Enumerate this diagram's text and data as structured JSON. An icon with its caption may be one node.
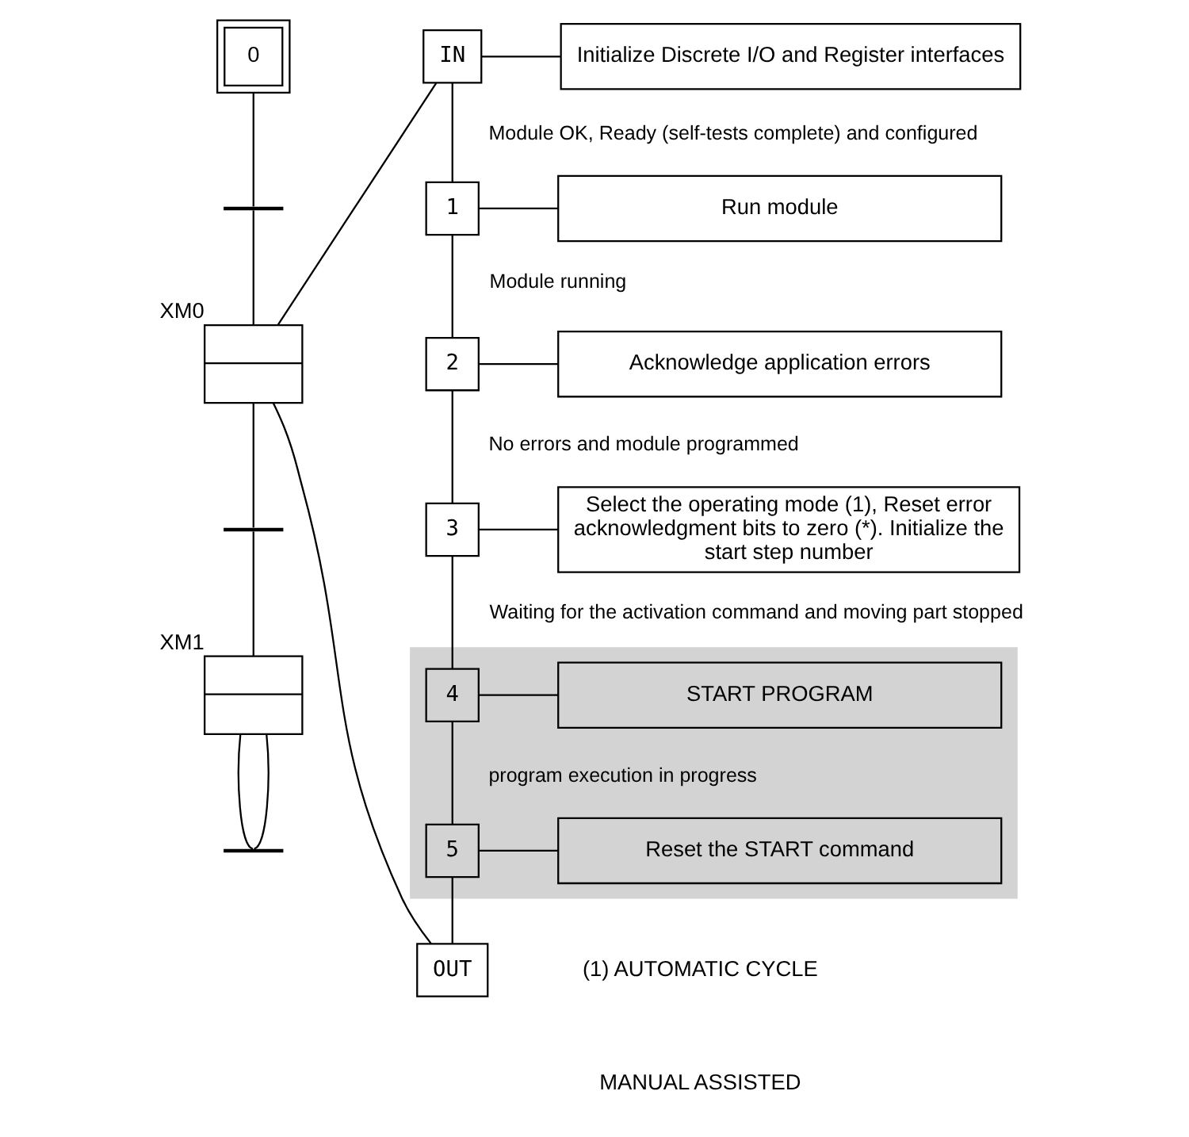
{
  "diagram": {
    "nodes": [
      {
        "text": [
          "0"
        ]
      },
      {
        "text": [],
        "shape": "bar"
      },
      {
        "text": [
          "XM0"
        ]
      },
      {
        "text": [],
        "shape": "bar"
      },
      {
        "text": [
          "XM1"
        ]
      },
      {
        "text": [],
        "shape": "bar"
      },
      {
        "text": [
          "IN"
        ]
      },
      {
        "text": [
          "Initialize Discrete I/O and Register interfaces"
        ]
      },
      {
        "text": [
          "1"
        ]
      },
      {
        "text": [
          "Run module"
        ]
      },
      {
        "text": [
          "2"
        ]
      },
      {
        "text": [
          "Acknowledge application errors"
        ]
      },
      {
        "text": [
          "3"
        ]
      },
      {
        "text": [
          "Select the operating mode (1), Reset error acknowledgment bits to zero (*). Initialize the start step number"
        ]
      },
      {
        "text": [],
        "shape": "band"
      },
      {
        "text": [
          "4"
        ],
        "in": 14
      },
      {
        "text": [
          "START PROGRAM"
        ],
        "in": 14
      },
      {
        "text": [
          "5"
        ],
        "in": 14
      },
      {
        "text": [
          "Reset the START command"
        ],
        "in": 14
      },
      {
        "text": [
          "OUT"
        ]
      }
    ],
    "edges": [
      {
        "from": 0,
        "to": 1,
        "arrow": "none"
      },
      {
        "from": 1,
        "to": 2,
        "arrow": "none"
      },
      {
        "from": 2,
        "to": 3,
        "arrow": "none"
      },
      {
        "from": 3,
        "to": 4,
        "arrow": "none"
      },
      {
        "from": 4,
        "to": 5,
        "arrow": "none"
      },
      {
        "from": 5,
        "to": 4,
        "arrow": "none"
      },
      {
        "from": 2,
        "to": 6,
        "arrow": "none"
      },
      {
        "from": 2,
        "to": 19,
        "arrow": "none"
      },
      {
        "from": 6,
        "to": 7,
        "arrow": "none"
      },
      {
        "from": 6,
        "to": 8,
        "arrow": "none",
        "label": "Module OK, Ready (self-tests complete) and configured"
      },
      {
        "from": 8,
        "to": 9,
        "arrow": "none"
      },
      {
        "from": 8,
        "to": 10,
        "arrow": "none",
        "label": "Module running"
      },
      {
        "from": 10,
        "to": 11,
        "arrow": "none"
      },
      {
        "from": 10,
        "to": 12,
        "arrow": "none",
        "label": "No errors and module programmed"
      },
      {
        "from": 12,
        "to": 13,
        "arrow": "none"
      },
      {
        "from": 12,
        "to": 15,
        "arrow": "none",
        "label": "Waiting for the activation command and moving part stopped"
      },
      {
        "from": 15,
        "to": 16,
        "arrow": "none"
      },
      {
        "from": 15,
        "to": 17,
        "arrow": "none",
        "label": "program execution in progress"
      },
      {
        "from": 17,
        "to": 18,
        "arrow": "none"
      },
      {
        "from": 17,
        "to": 19,
        "arrow": "none"
      }
    ],
    "labels": [
      "(1) AUTOMATIC CYCLE",
      "MANUAL ASSISTED"
    ]
  }
}
